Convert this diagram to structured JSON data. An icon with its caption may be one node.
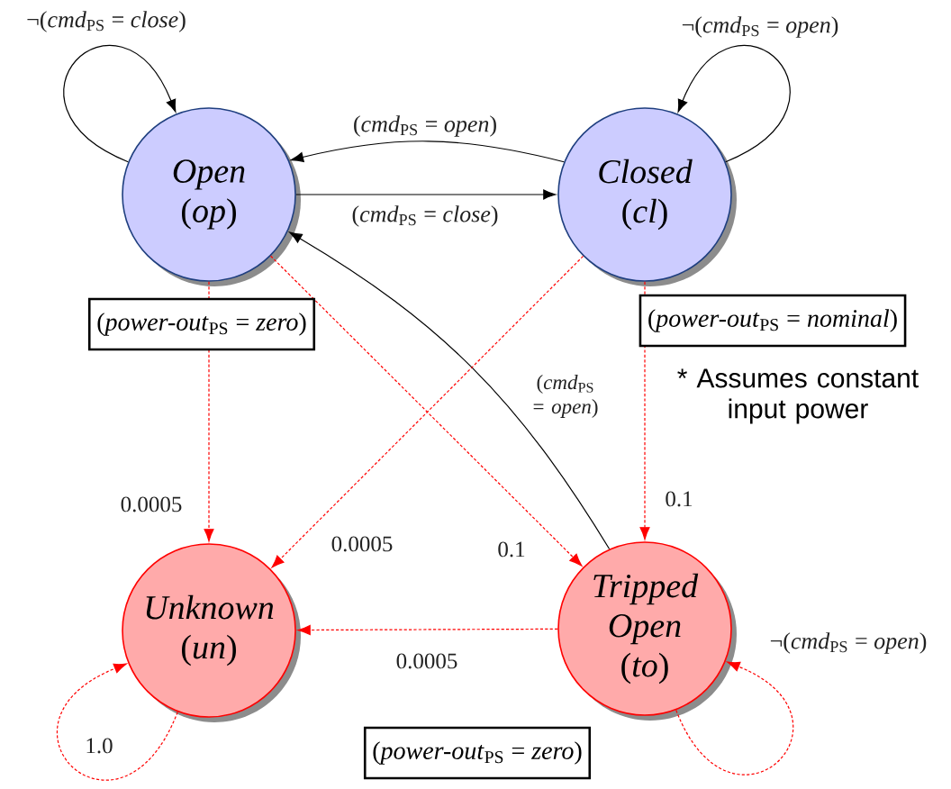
{
  "diagram": {
    "nodes": [
      {
        "text": [
          "Open",
          "(*op*)"
        ],
        "beside": [
          "(*power-out*$_{PS}$ = *zero*)"
        ]
      },
      {
        "text": [
          "Closed",
          "(*cl*)"
        ],
        "beside": [
          "(*power-out*$_{PS}$ = *nominal*)"
        ]
      },
      {
        "text": [
          "Unknown",
          "(*un*)"
        ]
      },
      {
        "text": [
          "Tripped Open",
          "(*to*)"
        ],
        "beside": [
          "(*power-out*$_{PS}$ = *zero*)"
        ]
      }
    ],
    "edges": [
      {
        "from": 0,
        "to": 0,
        "arrow": "to",
        "label": "¬(*cmd*$_{PS}$ = *close*)",
        "color": "#000000"
      },
      {
        "from": 1,
        "to": 1,
        "arrow": "to",
        "label": "¬(*cmd*$_{PS}$ = *open*)",
        "color": "#000000"
      },
      {
        "from": 1,
        "to": 0,
        "arrow": "to",
        "label": "(*cmd*$_{PS}$ = *open*)",
        "color": "#000000"
      },
      {
        "from": 0,
        "to": 1,
        "arrow": "to",
        "label": "(*cmd*$_{PS}$ = *close*)",
        "color": "#000000"
      },
      {
        "from": 3,
        "to": 0,
        "arrow": "to",
        "label": "(*cmd*$_{PS}$ = *open*)",
        "color": "#000000"
      },
      {
        "from": 0,
        "to": 2,
        "arrow": "to",
        "label": "0.0005",
        "style": "dashed"
      },
      {
        "from": 0,
        "to": 3,
        "arrow": "to",
        "label": "0.1",
        "style": "dashed"
      },
      {
        "from": 1,
        "to": 2,
        "arrow": "to",
        "label": "0.0005",
        "style": "dashed"
      },
      {
        "from": 1,
        "to": 3,
        "arrow": "to",
        "label": "0.1",
        "style": "dashed"
      },
      {
        "from": 3,
        "to": 2,
        "arrow": "to",
        "label": "0.0005",
        "style": "dashed"
      },
      {
        "from": 2,
        "to": 2,
        "arrow": "to",
        "label": "1.0",
        "style": "dashed"
      },
      {
        "from": 3,
        "to": 3,
        "arrow": "to",
        "label": "¬(*cmd*$_{PS}$ = *open*)",
        "style": "dashed"
      }
    ],
    "labels": [
      "* Assumes constant input power"
    ]
  }
}
